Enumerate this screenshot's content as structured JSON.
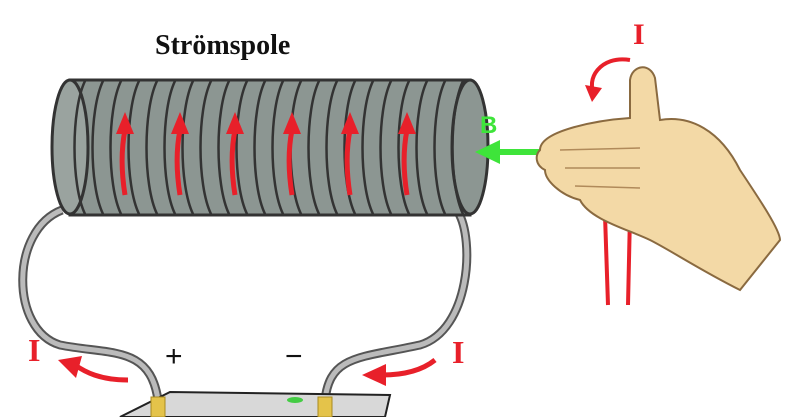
{
  "title": "Strömspole",
  "labels": {
    "current_hand": "I",
    "current_left": "I",
    "current_right": "I",
    "field": "B",
    "plus": "+",
    "minus": "−"
  },
  "colors": {
    "arrow": "#e8202a",
    "field": "#3ee43a",
    "coil": "#8c9692",
    "skin": "#f3d9a6"
  }
}
